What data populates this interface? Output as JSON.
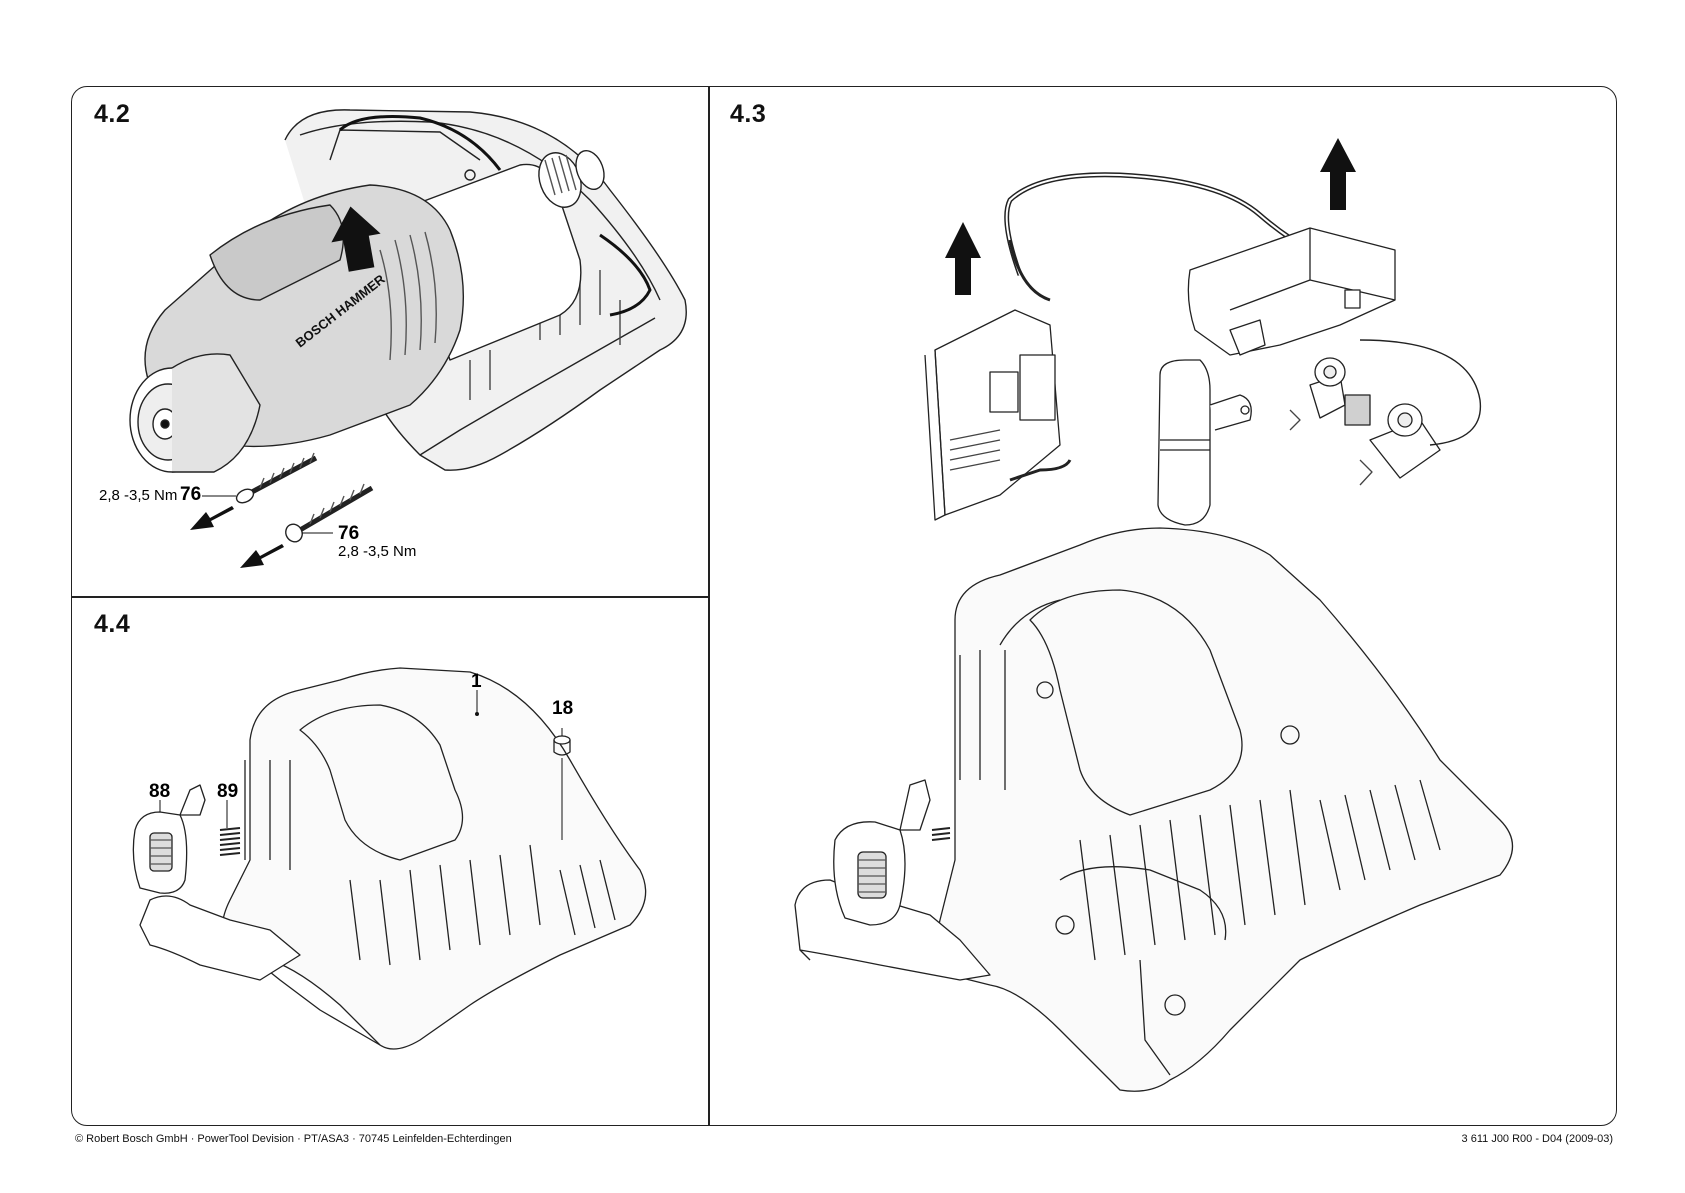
{
  "panels": {
    "p42": {
      "title": "4.2"
    },
    "p43": {
      "title": "4.3"
    },
    "p44": {
      "title": "4.4"
    }
  },
  "callouts": {
    "screw_top": {
      "label": "76",
      "torque": "2,8 -3,5 Nm"
    },
    "screw_bottom": {
      "label": "76",
      "torque": "2,8 -3,5 Nm"
    },
    "part_1": "1",
    "part_18": "18",
    "part_88": "88",
    "part_89": "89"
  },
  "brand_on_housing": "BOSCH HAMMER",
  "footer": {
    "left": "© Robert Bosch GmbH · PowerTool Devision · PT/ASA3 · 70745 Leinfelden-Echterdingen",
    "right": "3 611 J00 R00 - D04 (2009-03)"
  }
}
